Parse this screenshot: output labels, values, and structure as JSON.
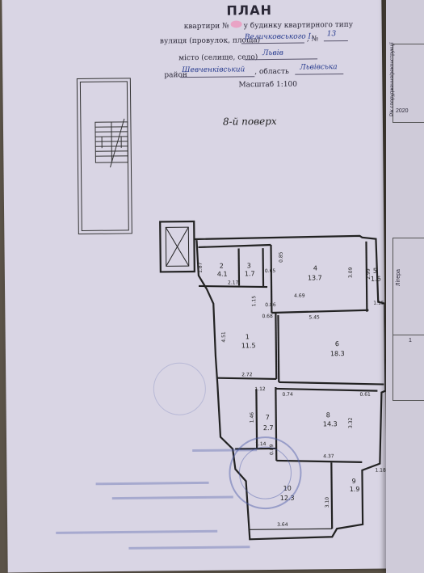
{
  "header": {
    "title": "ПЛАН",
    "apartment_line_a": "квартири №",
    "apartment_line_b": "у будинку квартирного типу",
    "street_label": "вулиця (провулок, площа)",
    "street_value": "Величковського І.",
    "number_label": ", №",
    "number_value": "13",
    "city_label": "місто (селище, село)",
    "city_value": "Львів",
    "district_label": "район",
    "district_value": "Шевченківський",
    "region_label": ", область",
    "region_value": "Львівська",
    "scale": "Масштаб 1:100"
  },
  "floor_label": "8-й поверх",
  "rooms": [
    {
      "num": "1",
      "area": "11.5"
    },
    {
      "num": "2",
      "area": "4.1"
    },
    {
      "num": "3",
      "area": "1.7"
    },
    {
      "num": "4",
      "area": "13.7"
    },
    {
      "num": "5",
      "area": "1.6"
    },
    {
      "num": "6",
      "area": "18.3"
    },
    {
      "num": "7",
      "area": "2.7"
    },
    {
      "num": "8",
      "area": "14.3"
    },
    {
      "num": "9",
      "area": "1.9"
    },
    {
      "num": "10",
      "area": "12.3"
    }
  ],
  "dimensions": [
    "1.87",
    "2.17",
    "0.65",
    "0.85",
    "3.09",
    "2.99",
    "1.15",
    "4.69",
    "1.15",
    "0.86",
    "0.68",
    "5.45",
    "4.51",
    "2.72",
    "1.12",
    "0.74",
    "0.61",
    "1.46",
    "3.32",
    "1.14",
    "4.37",
    "0.89",
    "3.10",
    "3.64",
    "1.18"
  ],
  "side_sheet": {
    "col_label": "Рік спорудження/реконструкції",
    "year": "2020",
    "table_header": "Літера",
    "row_num": "1"
  },
  "colors": {
    "paper": "#d9d5e4",
    "ink_hand": "#263a8e",
    "stamp": "#4a5aa8"
  }
}
